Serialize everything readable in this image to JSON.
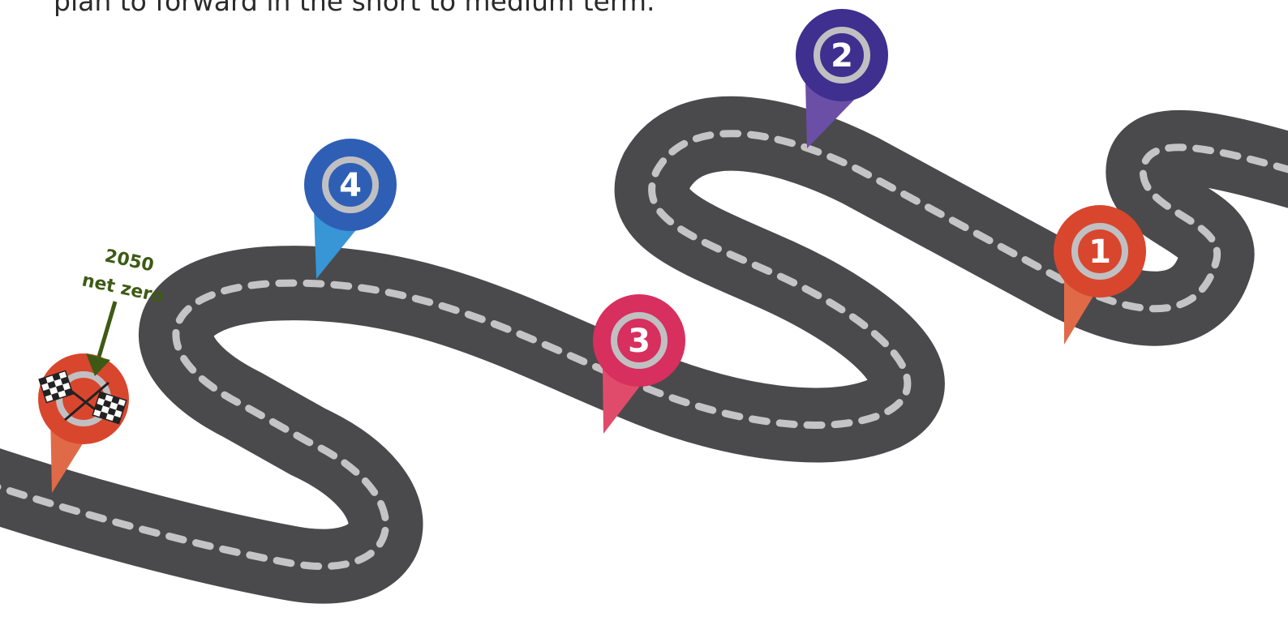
{
  "intro_text": "plan to forward in the short to medium term.",
  "goal": {
    "year": "2050",
    "label": "net zero",
    "icon": "checkered-flags-icon"
  },
  "milestones": [
    {
      "number": "1",
      "color": "#d9462e",
      "tip_color": "#e06a48"
    },
    {
      "number": "2",
      "color": "#3f2f8f",
      "tip_color": "#6b4fa6"
    },
    {
      "number": "3",
      "color": "#d72f5e",
      "tip_color": "#e04b6c"
    },
    {
      "number": "4",
      "color": "#2f5fb5",
      "tip_color": "#3895d6"
    }
  ],
  "colors": {
    "road": "#4a4a4c",
    "road_dashes": "#c4c4c6",
    "pin_ring": "#c0c0c2",
    "finish_pin": "#d9462e",
    "finish_tip": "#e06a48",
    "goal_text": "#3d5a14"
  }
}
